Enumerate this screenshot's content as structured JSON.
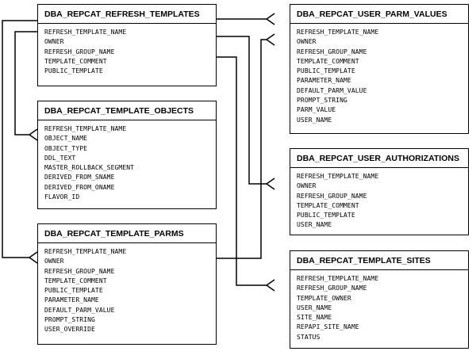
{
  "entities": {
    "refresh_templates": {
      "title": "DBA_REPCAT_REFRESH_TEMPLATES",
      "columns": [
        "REFRESH_TEMPLATE_NAME",
        "OWNER",
        "REFRESH_GROUP_NAME",
        "TEMPLATE_COMMENT",
        "PUBLIC_TEMPLATE"
      ]
    },
    "template_objects": {
      "title": "DBA_REPCAT_TEMPLATE_OBJECTS",
      "columns": [
        "REFRESH_TEMPLATE_NAME",
        "OBJECT_NAME",
        "OBJECT_TYPE",
        "DDL_TEXT",
        "MASTER_ROLLBACK_SEGMENT",
        "DERIVED_FROM_SNAME",
        "DERIVED_FROM_ONAME",
        "FLAVOR_ID"
      ]
    },
    "template_parms": {
      "title": "DBA_REPCAT_TEMPLATE_PARMS",
      "columns": [
        "REFRESH_TEMPLATE_NAME",
        "OWNER",
        "REFRESH_GROUP_NAME",
        "TEMPLATE_COMMENT",
        "PUBLIC_TEMPLATE",
        "PARAMETER_NAME",
        "DEFAULT_PARM_VALUE",
        "PROMPT_STRING",
        "USER_OVERRIDE"
      ]
    },
    "user_parm_values": {
      "title": "DBA_REPCAT_USER_PARM_VALUES",
      "columns": [
        "REFRESH_TEMPLATE_NAME",
        "OWNER",
        "REFRESH_GROUP_NAME",
        "TEMPLATE_COMMENT",
        "PUBLIC_TEMPLATE",
        "PARAMETER_NAME",
        "DEFAULT_PARM_VALUE",
        "PROMPT_STRING",
        "PARM_VALUE",
        "USER_NAME"
      ]
    },
    "user_authorizations": {
      "title": "DBA_REPCAT_USER_AUTHORIZATIONS",
      "columns": [
        "REFRESH_TEMPLATE_NAME",
        "OWNER",
        "REFRESH_GROUP_NAME",
        "TEMPLATE_COMMENT",
        "PUBLIC_TEMPLATE",
        "USER_NAME"
      ]
    },
    "template_sites": {
      "title": "DBA_REPCAT_TEMPLATE_SITES",
      "columns": [
        "REFRESH_TEMPLATE_NAME",
        "REFRESH_GROUP_NAME",
        "TEMPLATE_OWNER",
        "USER_NAME",
        "SITE_NAME",
        "REPAPI_SITE_NAME",
        "STATUS"
      ]
    }
  },
  "colors": {
    "line": "#000000",
    "background": "#ffffff"
  }
}
